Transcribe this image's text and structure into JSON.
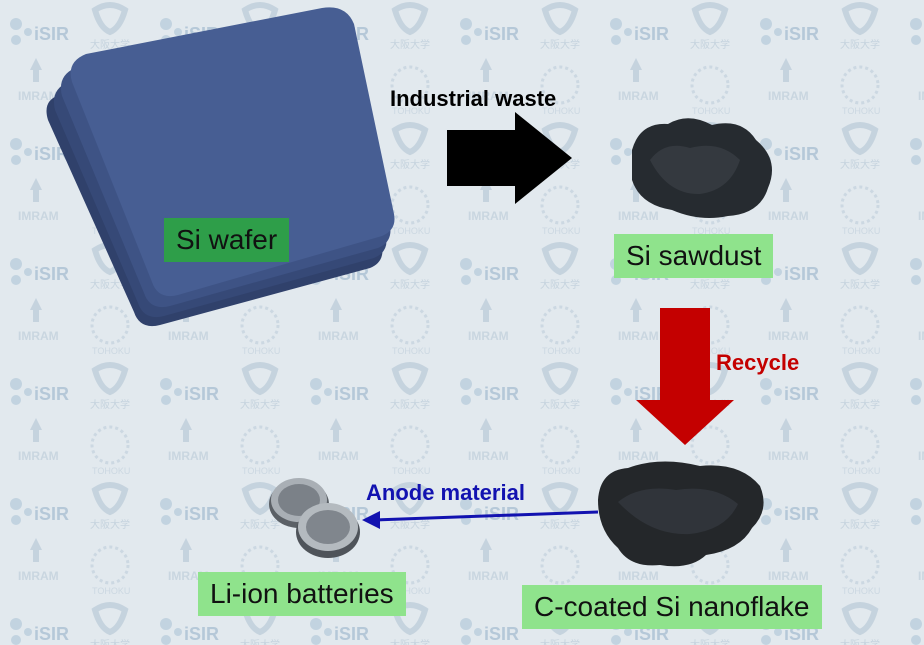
{
  "labels": {
    "si_wafer": "Si wafer",
    "si_sawdust": "Si sawdust",
    "nanoflake": "C-coated Si nanoflake",
    "li_ion": "Li-ion batteries"
  },
  "arrows": {
    "industrial_waste": "Industrial waste",
    "recycle": "Recycle",
    "anode_material": "Anode material"
  },
  "logo_texts": [
    "iSIR",
    "IMRAM",
    "TOHOKU",
    "大阪大学"
  ],
  "colors": {
    "label_green": "#8fe38c",
    "label_dark_green": "#2e9e49",
    "recycle_red": "#c40000",
    "anode_blue": "#1212b0",
    "waste_black": "#000000"
  }
}
